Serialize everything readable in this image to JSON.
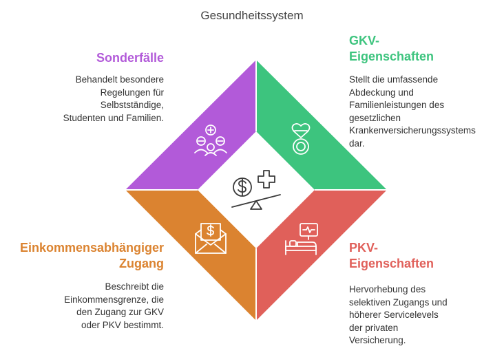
{
  "title": "Gesundheitssystem",
  "colors": {
    "purple": "#B25AD9",
    "green": "#3DC47E",
    "orange": "#DB8330",
    "red": "#E0605A",
    "center_fill": "#FFFFFF",
    "icon_stroke_dark": "#3a3a3a"
  },
  "quadrants": {
    "top_left": {
      "heading": [
        "Sonderfälle"
      ],
      "description": [
        "Behandelt besondere",
        "Regelungen für",
        "Selbstständige,",
        "Studenten und Familien."
      ],
      "icon": "family-group-plus-icon",
      "color_key": "purple"
    },
    "top_right": {
      "heading": [
        "GKV-",
        "Eigenschaften"
      ],
      "description": [
        "Stellt die umfassende",
        "Abdeckung und",
        "Familienleistungen des",
        "gesetzlichen",
        "Krankenversicherungssystems",
        "dar."
      ],
      "icon": "heart-ring-icon",
      "color_key": "green"
    },
    "bottom_left": {
      "heading": [
        "Einkommensabhängiger",
        "Zugang"
      ],
      "description": [
        "Beschreibt die",
        "Einkommensgrenze, die",
        "den Zugang zur GKV",
        "oder PKV bestimmt."
      ],
      "icon": "money-envelope-icon",
      "color_key": "orange"
    },
    "bottom_right": {
      "heading": [
        "PKV-",
        "Eigenschaften"
      ],
      "description": [
        "Hervorhebung des",
        "selektiven Zugangs und",
        "höherer Servicelevels",
        "der privaten",
        "Versicherung."
      ],
      "icon": "hospital-bed-monitor-icon",
      "color_key": "red"
    }
  },
  "center_icon": "dollar-health-scale-icon"
}
